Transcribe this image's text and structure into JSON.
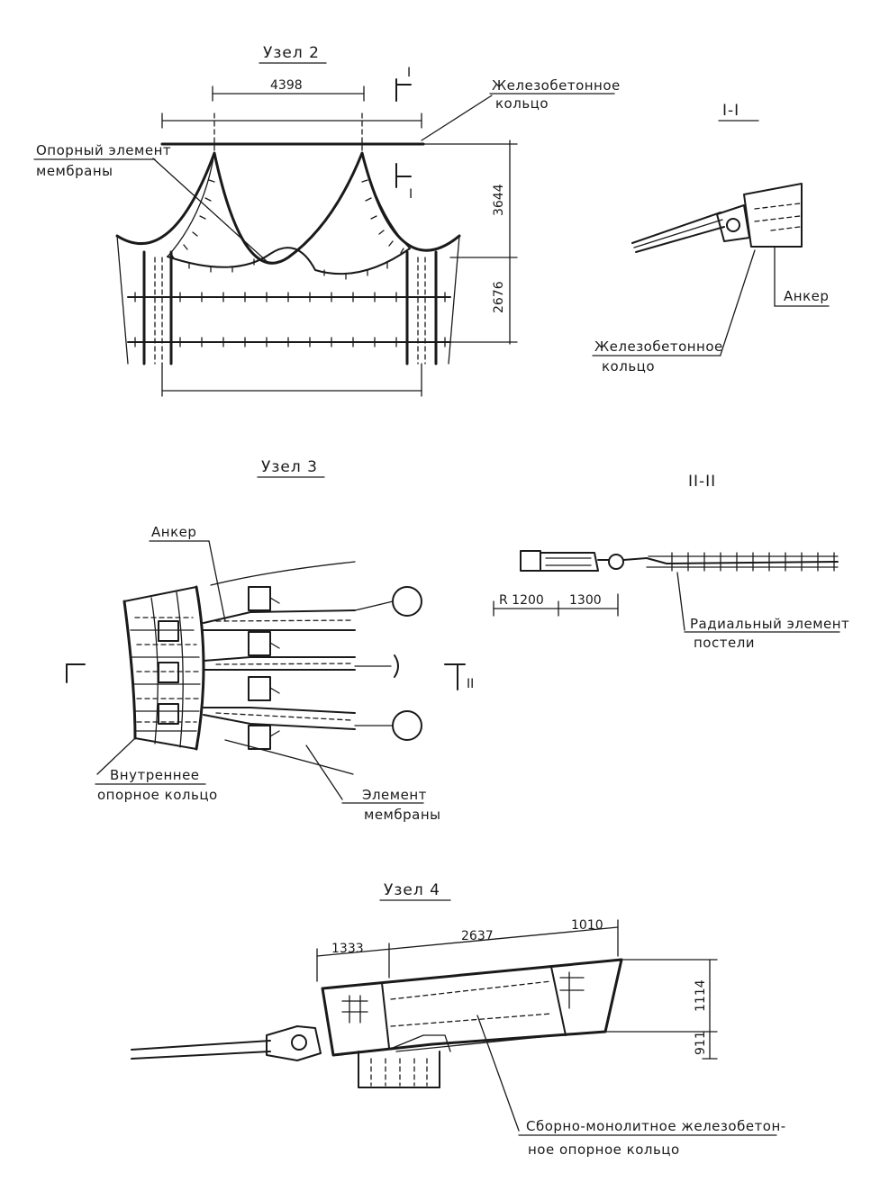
{
  "node2": {
    "title": "Узел 2",
    "dim_top": "4398",
    "dim_right_upper": "3644",
    "dim_right_lower": "2676",
    "section_mark": "I",
    "label_ring_line1": "Железобетонное",
    "label_ring_line2": "кольцо",
    "label_support_line1": "Опорный элемент",
    "label_support_line2": "мембраны"
  },
  "section_1_1": {
    "title": "I-I",
    "label_anchor": "Анкер",
    "label_ring_line1": "Железобетонное",
    "label_ring_line2": "кольцо"
  },
  "node3": {
    "title": "Узел 3",
    "label_anchor": "Анкер",
    "section_mark": "II",
    "label_inner_ring_line1": "Внутреннее",
    "label_inner_ring_line2": "опорное кольцо",
    "label_membrane_line1": "Элемент",
    "label_membrane_line2": "мембраны"
  },
  "section_2_2": {
    "title": "II-II",
    "dim_r": "R 1200",
    "dim_len": "1300",
    "label_radial_line1": "Радиальный элемент",
    "label_radial_line2": "постели"
  },
  "node4": {
    "title": "Узел 4",
    "dim_a": "1333",
    "dim_b": "2637",
    "dim_c": "1010",
    "dim_h1": "1114",
    "dim_h2": "911",
    "label_ring_line1": "Сборно-монолитное железобетон-",
    "label_ring_line2": "ное опорное кольцо"
  }
}
